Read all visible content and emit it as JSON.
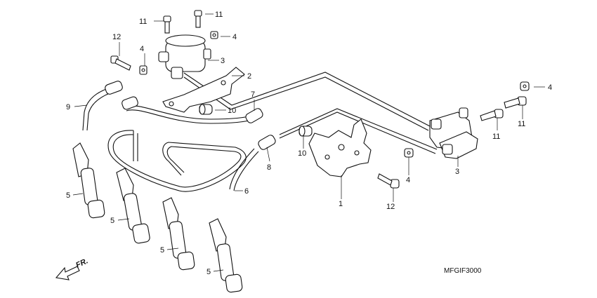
{
  "diagram": {
    "code": "MFGIF3000",
    "front_marker": "FR.",
    "callouts": [
      "1",
      "2",
      "3",
      "3",
      "4",
      "4",
      "4",
      "4",
      "5",
      "5",
      "5",
      "5",
      "6",
      "7",
      "8",
      "9",
      "10",
      "10",
      "11",
      "11",
      "11",
      "11",
      "12",
      "12"
    ]
  }
}
